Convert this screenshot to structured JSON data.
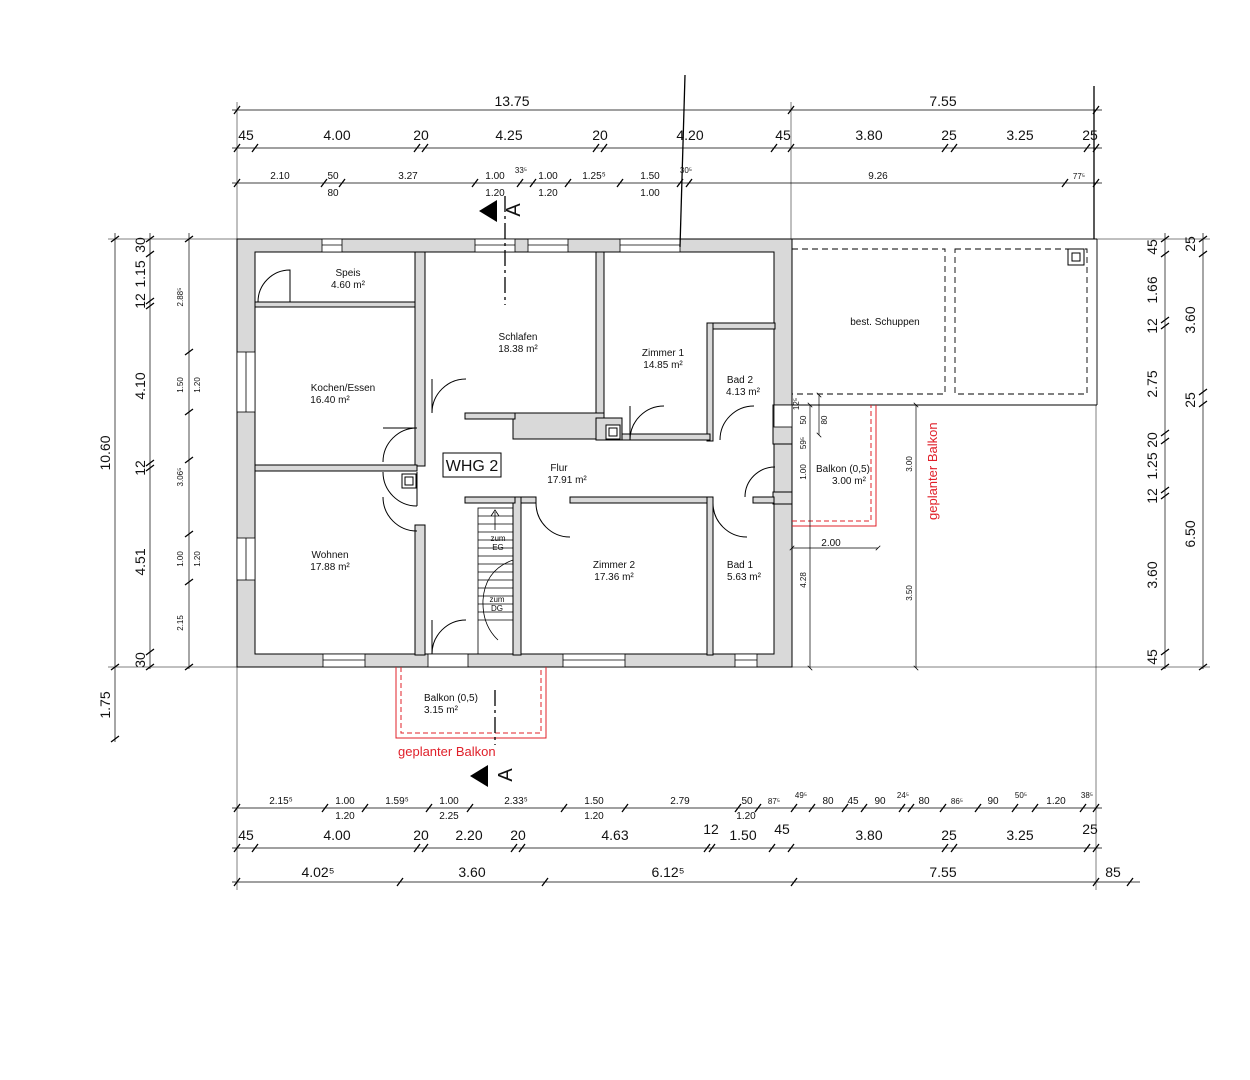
{
  "colors": {
    "wall": "#d9d9d9",
    "line": "#000000",
    "red": "#e0202a"
  },
  "rooms": {
    "speis": {
      "name": "Speis",
      "area": "4.60 m²"
    },
    "schlafen": {
      "name": "Schlafen",
      "area": "18.38 m²"
    },
    "zimmer1": {
      "name": "Zimmer 1",
      "area": "14.85 m²"
    },
    "bad2": {
      "name": "Bad 2",
      "area": "4.13 m²"
    },
    "kochen": {
      "name": "Kochen/Essen",
      "area": "16.40 m²"
    },
    "flur": {
      "name": "Flur",
      "area": "17.91 m²"
    },
    "wohnen": {
      "name": "Wohnen",
      "area": "17.88 m²"
    },
    "zimmer2": {
      "name": "Zimmer 2",
      "area": "17.36 m²"
    },
    "bad1": {
      "name": "Bad 1",
      "area": "5.63 m²"
    },
    "schuppen": {
      "name": "best. Schuppen"
    }
  },
  "unit_label": "WHG 2",
  "balcony_bottom": {
    "name": "Balkon (0,5)",
    "area": "3.15 m²",
    "planned": "geplanter Balkon"
  },
  "balcony_right": {
    "name": "Balkon (0,5)",
    "area": "3.00 m²",
    "planned": "geplanter Balkon",
    "width": "2.00",
    "d1": "3.00",
    "d2": "3.50",
    "d3": "1.00",
    "d4": "4.28",
    "d5": "80",
    "d6": "50",
    "d7": "12⁵",
    "d8": "59⁵"
  },
  "stair": {
    "up": "zum\nEG",
    "down": "zum\nDG",
    "up_text": "zum EG",
    "down_text": "zum DG"
  },
  "section_label": "A",
  "top_dims": {
    "row1": [
      "13.75",
      "7.55"
    ],
    "row2": [
      "45",
      "4.00",
      "20",
      "4.25",
      "20",
      "4.20",
      "45",
      "3.80",
      "25",
      "3.25",
      "25"
    ],
    "row3": [
      "2.10",
      "50",
      "80",
      "3.27",
      "1.00",
      "1.20",
      "33⁵",
      "1.00",
      "1.20",
      "1.25⁵",
      "1.50",
      "1.00",
      "30⁵",
      "9.26",
      "77⁵"
    ]
  },
  "bottom_dims": {
    "row1": [
      "2.15⁵",
      "1.00",
      "1.20",
      "1.59⁵",
      "1.00",
      "2.25",
      "2.33⁵",
      "1.50",
      "1.20",
      "2.79",
      "50",
      "1.20",
      "87⁵",
      "49⁵",
      "80",
      "45",
      "90",
      "24⁵",
      "80",
      "86⁵",
      "90",
      "50⁵",
      "1.20",
      "38⁵"
    ],
    "row2": [
      "45",
      "4.00",
      "20",
      "2.20",
      "20",
      "4.63",
      "12",
      "1.50",
      "45",
      "3.80",
      "25",
      "3.25",
      "25"
    ],
    "row3": [
      "4.02⁵",
      "3.60",
      "6.12⁵",
      "7.55",
      "85"
    ]
  },
  "left_dims": {
    "outer": [
      "10.60",
      "1.75"
    ],
    "mid": [
      "30",
      "1.15",
      "12",
      "4.10",
      "12",
      "4.51",
      "30"
    ],
    "inner": [
      "2.88⁵",
      "1.50",
      "1.20",
      "3.06⁵",
      "1.00",
      "1.20",
      "2.15"
    ]
  },
  "right_dims": {
    "inner": [
      "45",
      "1.66",
      "12",
      "2.75",
      "20",
      "1.25",
      "12",
      "3.60",
      "45"
    ],
    "outer": [
      "25",
      "3.60",
      "25",
      "6.50"
    ]
  }
}
